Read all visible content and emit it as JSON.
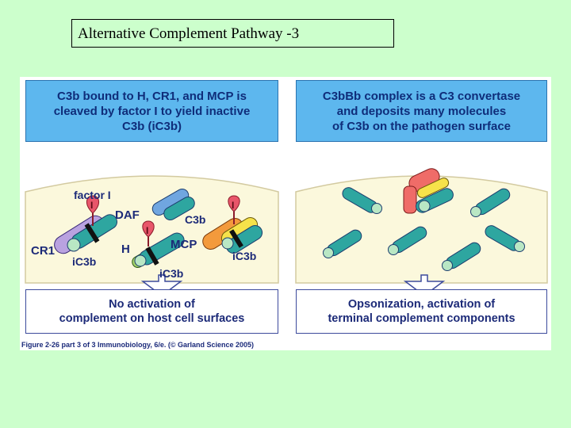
{
  "slide": {
    "title": "Alternative Complement Pathway -3"
  },
  "left_panel": {
    "header": "C3b bound to H, CR1, and MCP is\ncleaved by factor I to yield inactive\nC3b (iC3b)",
    "labels": {
      "factor_i": "factor I",
      "daf": "DAF",
      "c3b": "C3b",
      "cr1": "CR1",
      "ic3b_1": "iC3b",
      "h": "H",
      "ic3b_2": "iC3b",
      "mcp": "MCP",
      "ic3b_3": "iC3b",
      "i_1": "I",
      "i_2": "I",
      "i_3": "I"
    },
    "footer": "No activation of\ncomplement on host cell surfaces"
  },
  "right_panel": {
    "header": "C3bBb complex is a C3 convertase\nand deposits many molecules\nof C3b on the pathogen surface",
    "footer": "Opsonization, activation of\nterminal complement components"
  },
  "caption": "Figure 2-26 part 3 of 3  Immunobiology, 6/e. (© Garland Science 2005)",
  "colors": {
    "background": "#ccffcc",
    "header_fill": "#5db7ee",
    "membrane": "#fbf8dc",
    "c3b_teal": "#2ea6a0",
    "c3b_cap": "#b9e7c4",
    "daf_blue": "#70a6e0",
    "factor_i_red": "#e8566a",
    "cr1_purple": "#b9a2e0",
    "h_green": "#a4d26a",
    "mcp_orange": "#f39a3c",
    "convertase_red": "#ef6c68",
    "convertase_yellow": "#f6e24a"
  }
}
